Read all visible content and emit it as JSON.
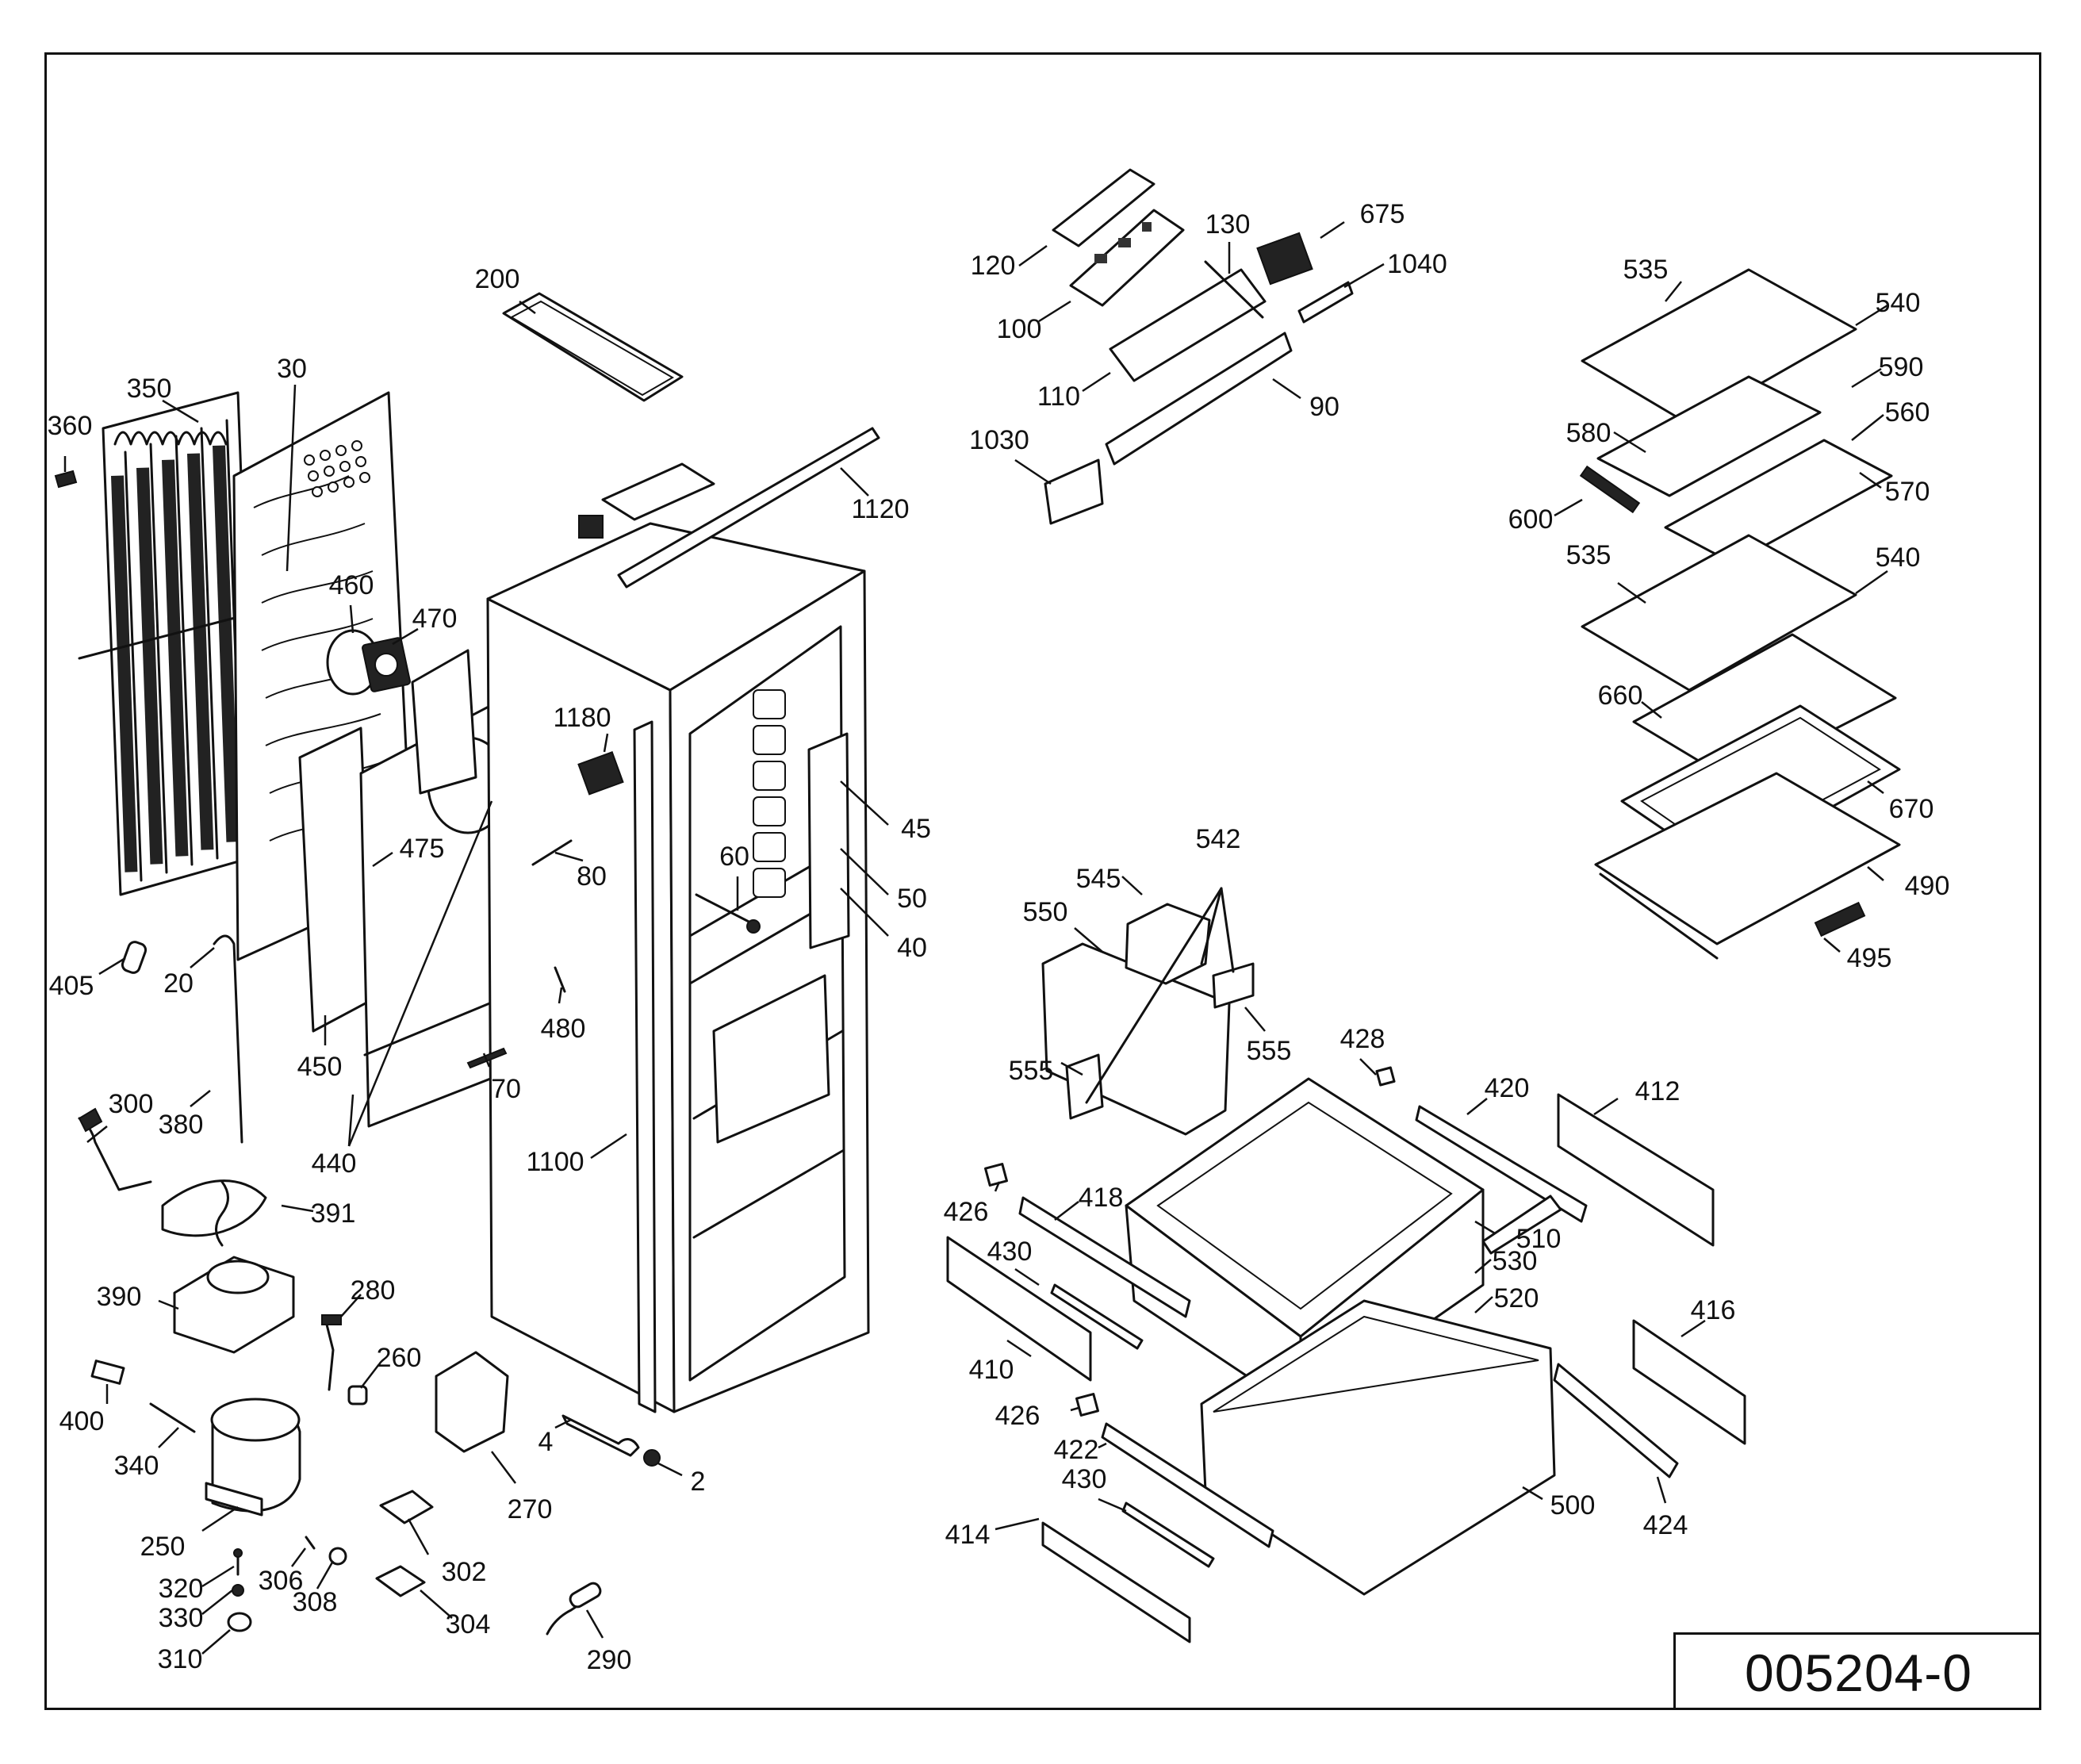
{
  "document_number": "005204-0",
  "part_labels": [
    {
      "id": "p360",
      "text": "360"
    },
    {
      "id": "p350",
      "text": "350"
    },
    {
      "id": "p30",
      "text": "30"
    },
    {
      "id": "p200",
      "text": "200"
    },
    {
      "id": "p120",
      "text": "120"
    },
    {
      "id": "p130",
      "text": "130"
    },
    {
      "id": "p675",
      "text": "675"
    },
    {
      "id": "p1040",
      "text": "1040"
    },
    {
      "id": "p100",
      "text": "100"
    },
    {
      "id": "p110",
      "text": "110"
    },
    {
      "id": "p90",
      "text": "90"
    },
    {
      "id": "p1030",
      "text": "1030"
    },
    {
      "id": "p1120",
      "text": "1120"
    },
    {
      "id": "p535a",
      "text": "535"
    },
    {
      "id": "p540a",
      "text": "540"
    },
    {
      "id": "p590",
      "text": "590"
    },
    {
      "id": "p580",
      "text": "580"
    },
    {
      "id": "p560",
      "text": "560"
    },
    {
      "id": "p570",
      "text": "570"
    },
    {
      "id": "p600",
      "text": "600"
    },
    {
      "id": "p535b",
      "text": "535"
    },
    {
      "id": "p540b",
      "text": "540"
    },
    {
      "id": "p660",
      "text": "660"
    },
    {
      "id": "p670",
      "text": "670"
    },
    {
      "id": "p490",
      "text": "490"
    },
    {
      "id": "p495",
      "text": "495"
    },
    {
      "id": "p460",
      "text": "460"
    },
    {
      "id": "p470",
      "text": "470"
    },
    {
      "id": "p1180",
      "text": "1180"
    },
    {
      "id": "p45",
      "text": "45"
    },
    {
      "id": "p475",
      "text": "475"
    },
    {
      "id": "p80",
      "text": "80"
    },
    {
      "id": "p60",
      "text": "60"
    },
    {
      "id": "p50",
      "text": "50"
    },
    {
      "id": "p40",
      "text": "40"
    },
    {
      "id": "p405",
      "text": "405"
    },
    {
      "id": "p20",
      "text": "20"
    },
    {
      "id": "p450",
      "text": "450"
    },
    {
      "id": "p480",
      "text": "480"
    },
    {
      "id": "p542",
      "text": "542"
    },
    {
      "id": "p545",
      "text": "545"
    },
    {
      "id": "p550",
      "text": "550"
    },
    {
      "id": "p555a",
      "text": "555"
    },
    {
      "id": "p555b",
      "text": "555"
    },
    {
      "id": "p428",
      "text": "428"
    },
    {
      "id": "p420",
      "text": "420"
    },
    {
      "id": "p412",
      "text": "412"
    },
    {
      "id": "p300",
      "text": "300"
    },
    {
      "id": "p380",
      "text": "380"
    },
    {
      "id": "p70",
      "text": "70"
    },
    {
      "id": "p440",
      "text": "440"
    },
    {
      "id": "p1100",
      "text": "1100"
    },
    {
      "id": "p391",
      "text": "391"
    },
    {
      "id": "p426a",
      "text": "426"
    },
    {
      "id": "p418",
      "text": "418"
    },
    {
      "id": "p510",
      "text": "510"
    },
    {
      "id": "p530",
      "text": "530"
    },
    {
      "id": "p430a",
      "text": "430"
    },
    {
      "id": "p520",
      "text": "520"
    },
    {
      "id": "p416",
      "text": "416"
    },
    {
      "id": "p390",
      "text": "390"
    },
    {
      "id": "p280",
      "text": "280"
    },
    {
      "id": "p260",
      "text": "260"
    },
    {
      "id": "p410",
      "text": "410"
    },
    {
      "id": "p426b",
      "text": "426"
    },
    {
      "id": "p400",
      "text": "400"
    },
    {
      "id": "p340",
      "text": "340"
    },
    {
      "id": "p4",
      "text": "4"
    },
    {
      "id": "p2",
      "text": "2"
    },
    {
      "id": "p270",
      "text": "270"
    },
    {
      "id": "p422",
      "text": "422"
    },
    {
      "id": "p430b",
      "text": "430"
    },
    {
      "id": "p500",
      "text": "500"
    },
    {
      "id": "p424",
      "text": "424"
    },
    {
      "id": "p414",
      "text": "414"
    },
    {
      "id": "p250",
      "text": "250"
    },
    {
      "id": "p302",
      "text": "302"
    },
    {
      "id": "p320",
      "text": "320"
    },
    {
      "id": "p306",
      "text": "306"
    },
    {
      "id": "p308",
      "text": "308"
    },
    {
      "id": "p330",
      "text": "330"
    },
    {
      "id": "p304",
      "text": "304"
    },
    {
      "id": "p310",
      "text": "310"
    },
    {
      "id": "p290",
      "text": "290"
    }
  ]
}
